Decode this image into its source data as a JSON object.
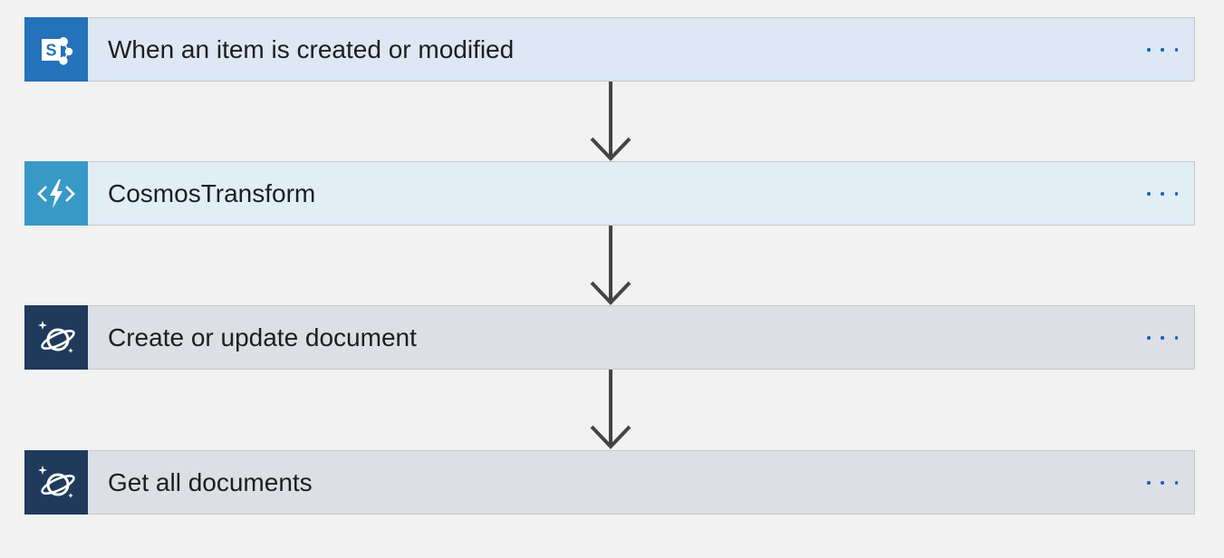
{
  "flow": {
    "steps": [
      {
        "title": "When an item is created or modified",
        "icon": "sharepoint-icon",
        "icon_color": "#2372ba",
        "card_color": "#dde8f4"
      },
      {
        "title": "CosmosTransform",
        "icon": "azure-functions-icon",
        "icon_color": "#3999c6",
        "card_color": "#e1eef6"
      },
      {
        "title": "Create or update document",
        "icon": "cosmos-db-icon",
        "icon_color": "#1f3a5a",
        "card_color": "#dcdfe4"
      },
      {
        "title": "Get all documents",
        "icon": "cosmos-db-icon",
        "icon_color": "#1f3a5a",
        "card_color": "#dcdfe4"
      }
    ],
    "menu_color": "#1565c0",
    "connector_color": "#444444"
  }
}
